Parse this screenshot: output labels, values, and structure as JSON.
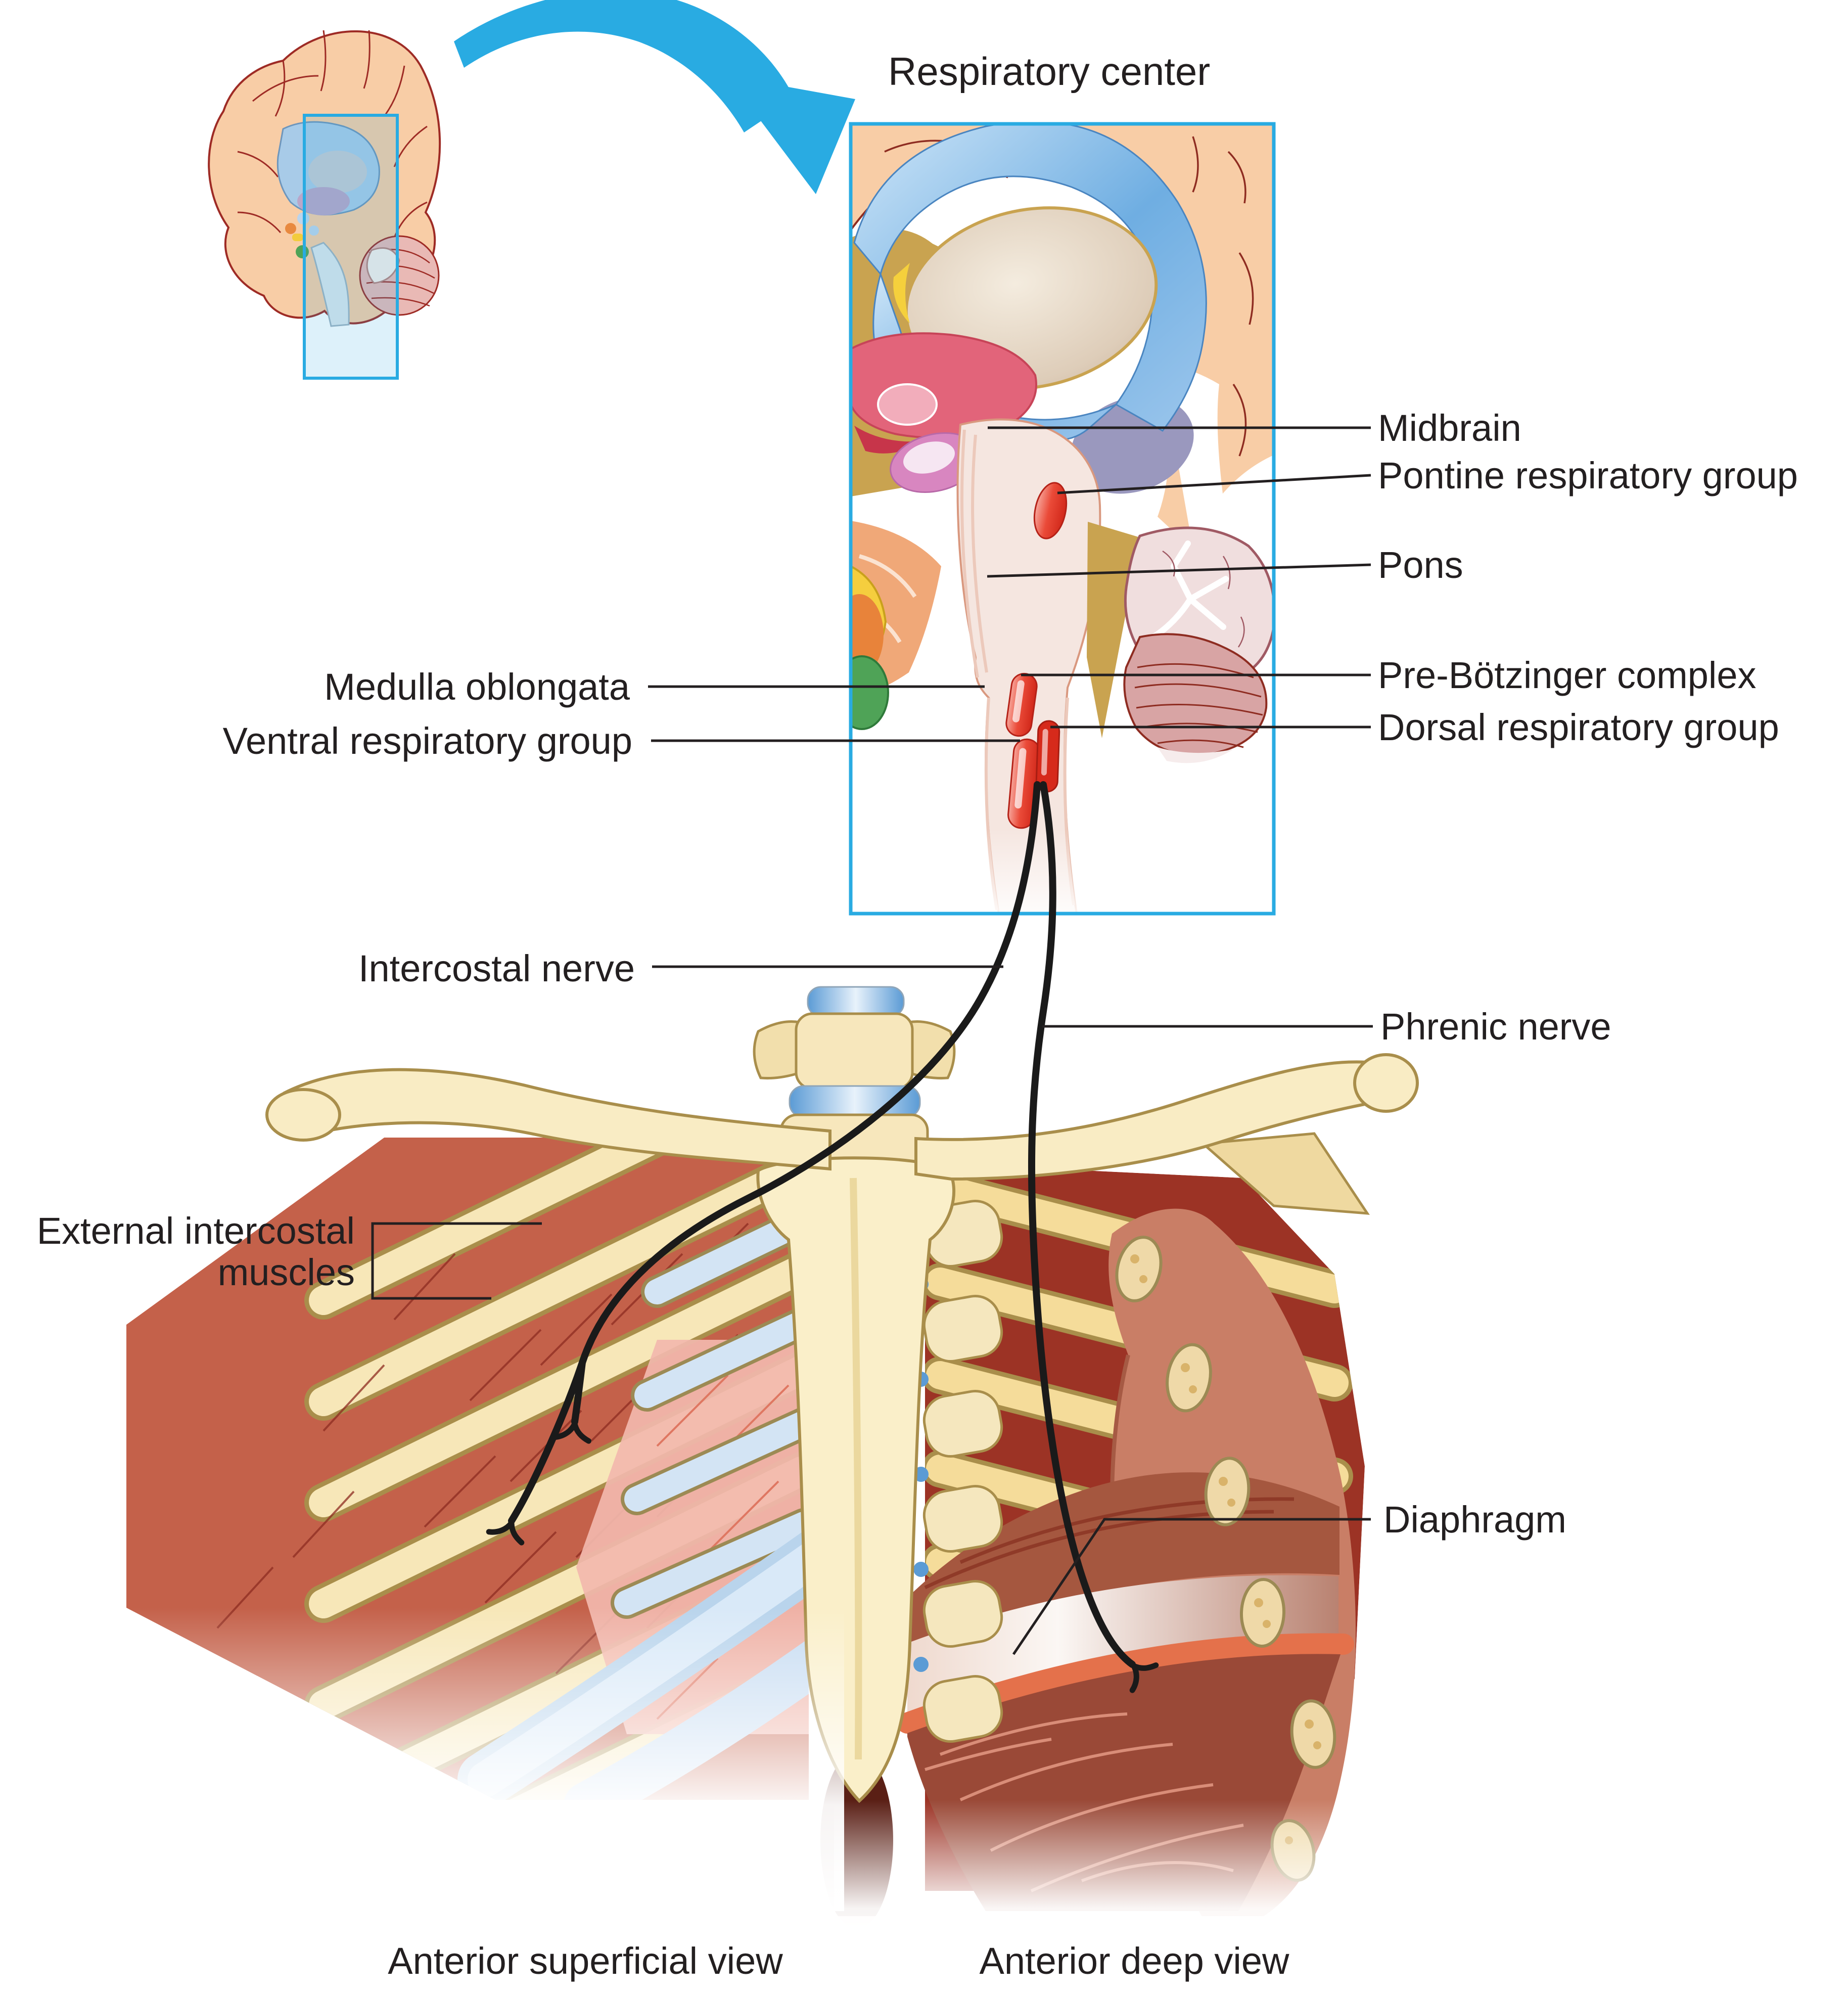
{
  "title": "Respiratory center",
  "labels": {
    "midbrain": "Midbrain",
    "pontine": "Pontine respiratory group",
    "pons": "Pons",
    "prebotzinger": "Pre-Bötzinger complex",
    "dorsal": "Dorsal respiratory group",
    "medulla": "Medulla oblongata",
    "ventral": "Ventral respiratory group",
    "intercostal_nerve": "Intercostal nerve",
    "phrenic_nerve": "Phrenic nerve",
    "external_line1": "External intercostal",
    "external_line2": "muscles",
    "diaphragm": "Diaphragm"
  },
  "captions": {
    "left": "Anterior superficial view",
    "right": "Anterior deep view"
  },
  "colors": {
    "accent": "#29ABE2",
    "label_text": "#231F20",
    "leader_line": "#231F20",
    "nerve": "#1A1A1A",
    "cortex": "#F8CDA6",
    "cortex_outline": "#8E2C21",
    "bone": "#F7E7B8",
    "bone_outline": "#A98E4B",
    "muscle_red": "#C4614A",
    "deep_red": "#9C3325",
    "cartilage_blue": "#D3E4F4",
    "respiratory_group_red": "#E8392C",
    "salmon_wall": "#C97E66",
    "diaphragm_brown": "#9A4937",
    "diaphragm_rim": "#E4714B"
  }
}
